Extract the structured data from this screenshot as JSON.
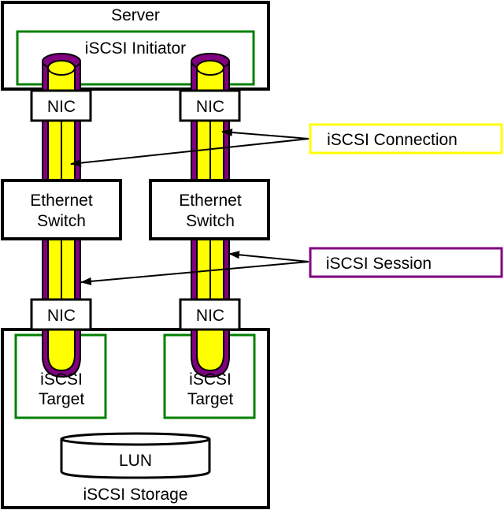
{
  "diagram": {
    "type": "iSCSI multipath topology",
    "server": {
      "label": "Server",
      "initiator_label": "iSCSI Initiator"
    },
    "paths": [
      {
        "host_nic": "NIC",
        "switch_line1": "Ethernet",
        "switch_line2": "Switch",
        "target_nic": "NIC",
        "target_line1": "iSCSI",
        "target_line2": "Target"
      },
      {
        "host_nic": "NIC",
        "switch_line1": "Ethernet",
        "switch_line2": "Switch",
        "target_nic": "NIC",
        "target_line1": "iSCSI",
        "target_line2": "Target"
      }
    ],
    "storage": {
      "label": "iSCSI Storage",
      "lun_label": "LUN"
    },
    "legend": {
      "connection": {
        "label": "iSCSI Connection",
        "color": "#ffff00"
      },
      "session": {
        "label": "iSCSI Session",
        "color": "#800080"
      }
    },
    "colors": {
      "initiator_target_border": "#008000",
      "box_border": "#000000",
      "connection_fill": "#ffff00",
      "session_fill": "#800080"
    }
  }
}
